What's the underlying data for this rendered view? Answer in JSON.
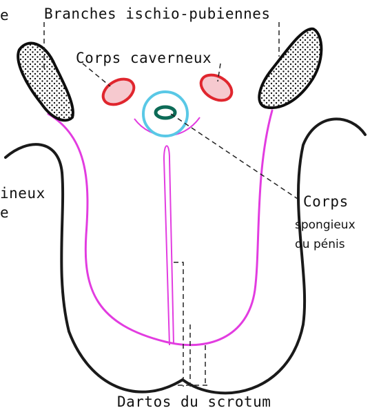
{
  "labels": {
    "left_top_fragment": "e",
    "branches": "Branches ischio-pubiennes",
    "corps_caverneux": "Corps caverneux",
    "left_mid_fragment_1": "ineux",
    "left_mid_fragment_2": "e",
    "corps": "Corps",
    "spongieux": "spongieux",
    "du_penis": "du pénis",
    "dartos": "Dartos du scrotum"
  },
  "colors": {
    "pubic_branch_fill": "#0e0e0e",
    "cavernous_stroke": "#e0262e",
    "cavernous_fill": "#f6c9cf",
    "spongy_outer": "#59c8e6",
    "spongy_inner": "#0d6b57",
    "dartos": "#e23ce0",
    "scrotum_skin": "#1a1a1a",
    "leader": "#222222"
  }
}
